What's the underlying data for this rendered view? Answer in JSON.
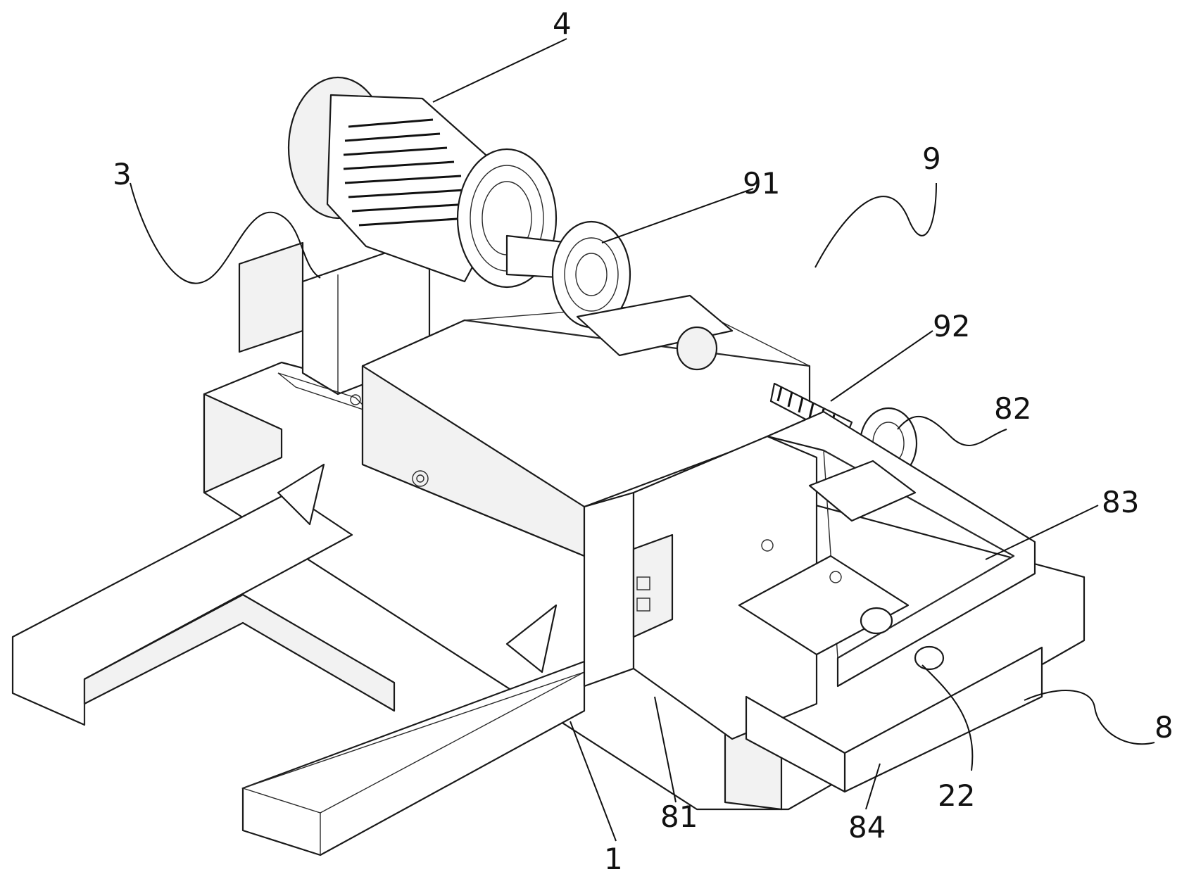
{
  "callouts": [
    {
      "id": "1",
      "text": "1"
    },
    {
      "id": "3",
      "text": "3"
    },
    {
      "id": "4",
      "text": "4"
    },
    {
      "id": "8",
      "text": "8"
    },
    {
      "id": "9",
      "text": "9"
    },
    {
      "id": "22",
      "text": "22"
    },
    {
      "id": "81",
      "text": "81"
    },
    {
      "id": "82",
      "text": "82"
    },
    {
      "id": "83",
      "text": "83"
    },
    {
      "id": "84",
      "text": "84"
    },
    {
      "id": "91",
      "text": "91"
    },
    {
      "id": "92",
      "text": "92"
    }
  ],
  "colors": {
    "line": "#1a1a1a",
    "background": "#ffffff"
  }
}
